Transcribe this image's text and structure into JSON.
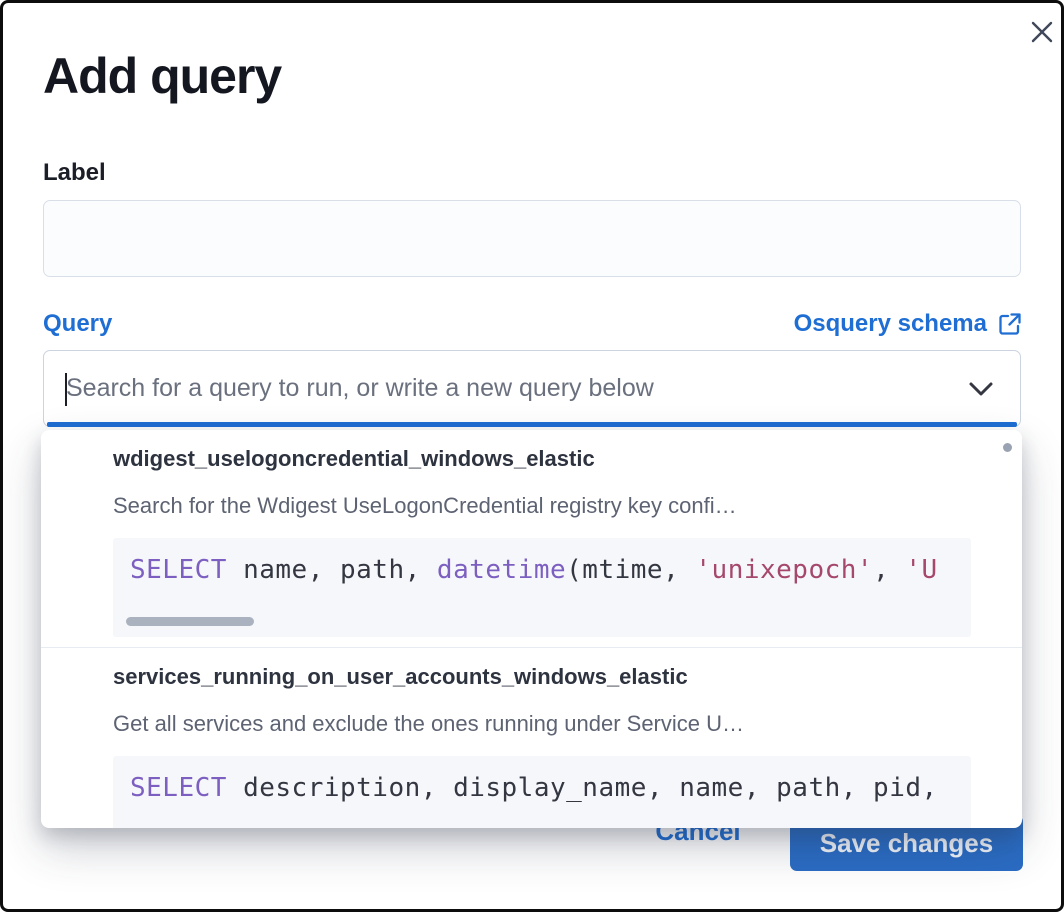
{
  "modal": {
    "title": "Add query"
  },
  "label_field": {
    "label": "Label",
    "value": "",
    "placeholder": ""
  },
  "query_field": {
    "label": "Query",
    "schema_link_label": "Osquery schema",
    "placeholder": "Search for a query to run, or write a new query below",
    "value": ""
  },
  "dropdown": {
    "items": [
      {
        "title": "wdigest_uselogoncredential_windows_elastic",
        "description": "Search for the Wdigest UseLogonCredential registry key confi…",
        "code": [
          {
            "type": "keyword",
            "text": "SELECT"
          },
          {
            "type": "plain",
            "text": " name, path, "
          },
          {
            "type": "keyword",
            "text": "datetime"
          },
          {
            "type": "plain",
            "text": "(mtime, "
          },
          {
            "type": "string",
            "text": "'unixepoch'"
          },
          {
            "type": "plain",
            "text": ", "
          },
          {
            "type": "string",
            "text": "'U"
          }
        ],
        "scrollbar": true
      },
      {
        "title": "services_running_on_user_accounts_windows_elastic",
        "description": "Get all services and exclude the ones running under Service U…",
        "code": [
          {
            "type": "keyword",
            "text": "SELECT"
          },
          {
            "type": "plain",
            "text": " description, display_name, name, path, pid,"
          }
        ],
        "scrollbar": false
      }
    ]
  },
  "footer": {
    "cancel_label": "Cancel",
    "save_label": "Save changes"
  },
  "icons": {
    "close": "close-icon",
    "external_link": "external-link-icon",
    "chevron_down": "chevron-down-icon"
  },
  "colors": {
    "accent_blue": "#1f6ed4",
    "save_button_bg": "#2a6cc4",
    "code_keyword": "#7c5fc0",
    "code_string": "#a5486b",
    "code_plain": "#343741",
    "code_background": "#f5f7fa",
    "option_title": "#2e3340",
    "option_description": "#5d6372",
    "divider": "#e7ebf2"
  }
}
